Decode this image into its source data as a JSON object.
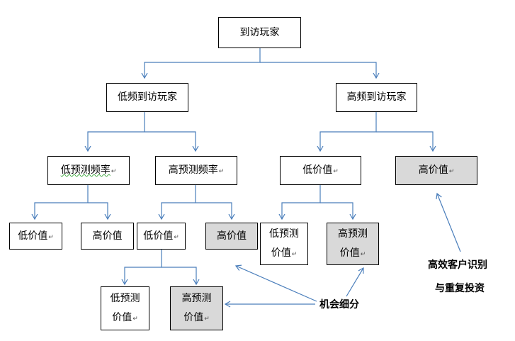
{
  "colors": {
    "connector": "#4a7ebb",
    "highlight_fill": "#d9d9d9"
  },
  "return_mark": "↵",
  "nodes": {
    "root": "到访玩家",
    "low_freq": "低频到访玩家",
    "high_freq": "高频到访玩家",
    "low_pred_freq": "低预测频率",
    "high_pred_freq": "高预测频率",
    "low_value_a": "低价值",
    "high_value_a": "高价值",
    "low_value_1": "低价值",
    "high_value_1": "高价值",
    "low_value_2": "低价值",
    "high_value_2": "高价值",
    "low_pred_value_1": {
      "line1": "低预测",
      "line2": "价值"
    },
    "high_pred_value_1": {
      "line1": "高预测",
      "line2": "价值"
    },
    "low_pred_value_2": {
      "line1": "低预测",
      "line2": "价值"
    },
    "high_pred_value_2": {
      "line1": "高预测",
      "line2": "价值"
    }
  },
  "annotations": {
    "opportunity": "机会细分",
    "efficient_line1": "高效客户识别",
    "efficient_line2": "与重复投资"
  }
}
